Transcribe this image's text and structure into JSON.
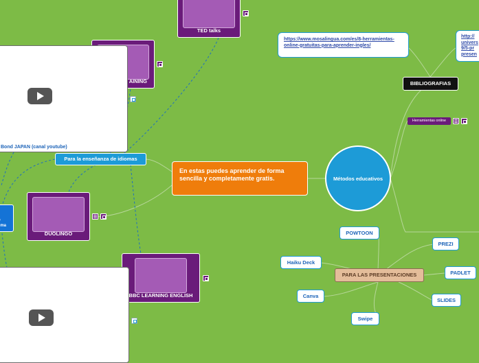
{
  "colors": {
    "background": "#7dbb46",
    "purple": "#6a1b7a",
    "blue": "#1d9bd7",
    "orange": "#ef7d0b",
    "tan": "#e4bd9a"
  },
  "main_topic": "En estas puedes aprender de forma sencilla y completamente gratis.",
  "central_node": "Métodos educativos",
  "language_branch": "Para la enseñanza de idiomas",
  "video_caption_top": "Bond JAPAN (canal youtube)",
  "left_partial_text": "s\nre\nioma",
  "purple_nodes": {
    "ted": "TED talks",
    "training": "AINING",
    "duolingo": "DUOLINGO",
    "bbc": "BBC LEARNING ENGLISH"
  },
  "bibliography": {
    "label": "BIBLIOGRAFIAS",
    "link1": "https://www.mosalingua.com/es/8-herramientas-online-gratuitas-para-aprender-ingles/",
    "link2": "http://\nunivers\n9/5-pr\npresen"
  },
  "online_tools": "Herramientas online",
  "presentations": {
    "label": "PARA LAS PRESENTACIONES",
    "items": [
      "POWTOON",
      "PREZI",
      "Haiku Deck",
      "PADLET",
      "Canva",
      "SLIDES",
      "Swipe"
    ]
  },
  "icons": [
    "play-icon",
    "notes-icon",
    "external-link-icon"
  ]
}
